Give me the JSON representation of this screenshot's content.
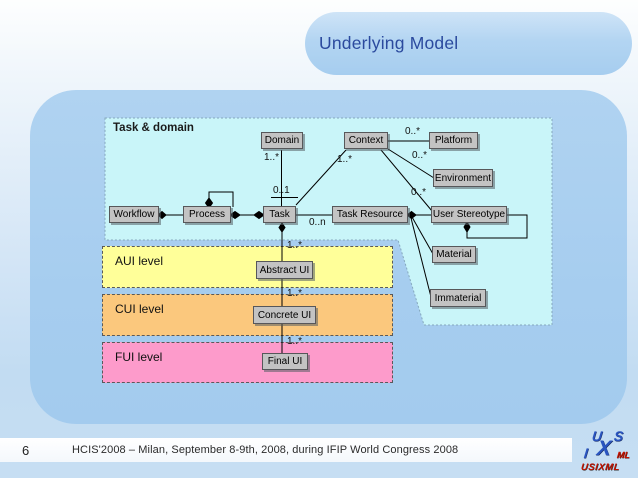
{
  "slide": {
    "title": "Underlying Model",
    "page_number": "6",
    "footer_text": "HCIS'2008 – Milan, September 8-9th, 2008, during IFIP World Congress 2008"
  },
  "logo": {
    "u": "U",
    "s": "S",
    "i": "I",
    "x": "X",
    "ml": "ML",
    "wordmark": "USIXML"
  },
  "diagram": {
    "frame_label": "Task & domain",
    "nodes": [
      {
        "id": "domain",
        "label": "Domain"
      },
      {
        "id": "context",
        "label": "Context"
      },
      {
        "id": "platform",
        "label": "Platform"
      },
      {
        "id": "environment",
        "label": "Environment"
      },
      {
        "id": "workflow",
        "label": "Workflow"
      },
      {
        "id": "process",
        "label": "Process"
      },
      {
        "id": "task",
        "label": "Task"
      },
      {
        "id": "task-resource",
        "label": "Task Resource"
      },
      {
        "id": "user-stereotype",
        "label": "User Stereotype"
      },
      {
        "id": "material",
        "label": "Material"
      },
      {
        "id": "immaterial",
        "label": "Immaterial"
      },
      {
        "id": "abstract-ui",
        "label": "Abstract UI"
      },
      {
        "id": "concrete-ui",
        "label": "Concrete UI"
      },
      {
        "id": "final-ui",
        "label": "Final UI"
      }
    ],
    "multiplicities": [
      {
        "id": "domain-task",
        "label": "1..*"
      },
      {
        "id": "context-task",
        "label": "1..*"
      },
      {
        "id": "context-platform",
        "label": "0..*"
      },
      {
        "id": "context-environment",
        "label": "0..*"
      },
      {
        "id": "context-user-stereotype",
        "label": "0..*"
      },
      {
        "id": "task-domain-01",
        "label": "0..1"
      },
      {
        "id": "task-task-resource",
        "label": "0..n"
      },
      {
        "id": "task-abstract-ui",
        "label": "1..*"
      },
      {
        "id": "abstract-concrete-ui",
        "label": "1..*"
      },
      {
        "id": "concrete-final-ui",
        "label": "1..*"
      }
    ],
    "levels": [
      {
        "id": "aui",
        "label": "AUI level",
        "box": "Abstract UI",
        "color": "#ffff99"
      },
      {
        "id": "cui",
        "label": "CUI level",
        "box": "Concrete UI",
        "color": "#fbc87d"
      },
      {
        "id": "fui",
        "label": "FUI level",
        "box": "Final UI",
        "color": "#fd9bcb"
      }
    ],
    "colors": {
      "task-domain-area": "#c9f5f9",
      "node-box": "#c3c3c3",
      "content-panel": "#a6cdef",
      "title-text": "#2b4a9e"
    }
  }
}
